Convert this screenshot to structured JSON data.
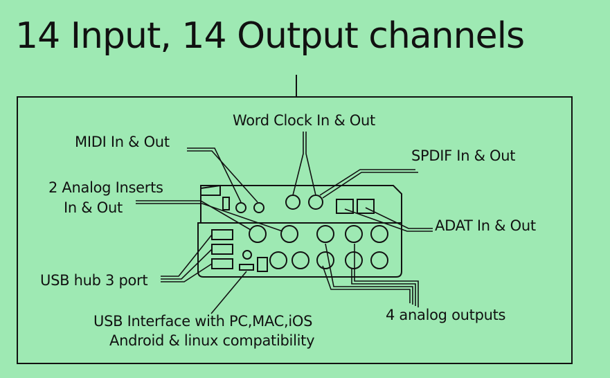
{
  "title": "14 Input, 14 Output channels",
  "labels": {
    "word_clock": "Word Clock In & Out",
    "midi": "MIDI In & Out",
    "spdif": "SPDIF  In & Out",
    "analog_inserts_1": "2 Analog Inserts",
    "analog_inserts_2": "In & Out",
    "adat": "ADAT In & Out",
    "usb_hub": "USB hub 3 port",
    "usb_interface_1": "USB Interface with PC,MAC,iOS",
    "usb_interface_2": "Android & linux compatibility",
    "analog_outputs": "4 analog outputs"
  },
  "colors": {
    "background": "#9ee9b3",
    "line": "#111111"
  }
}
